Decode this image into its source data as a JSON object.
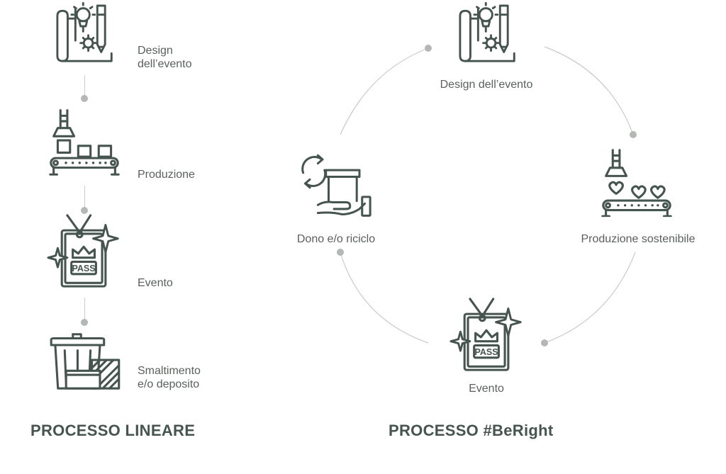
{
  "colors": {
    "icon": "#46544f",
    "text": "#5a5f5c",
    "connector": "#c9ccca",
    "dot": "#b4b8b5"
  },
  "linear": {
    "title": "PROCESSO LINEARE",
    "steps": [
      {
        "line1": "Design",
        "line2": "dell’evento",
        "icon": "blueprint-lightbulb-icon"
      },
      {
        "line1": "Produzione",
        "icon": "conveyor-boxes-icon"
      },
      {
        "line1": "Evento",
        "icon": "event-pass-icon"
      },
      {
        "line1": "Smaltimento",
        "line2": "e/o deposito",
        "icon": "trash-bin-icon"
      }
    ]
  },
  "circular": {
    "title": "PROCESSO #BeRight",
    "steps": [
      {
        "label": "Design dell’evento",
        "icon": "blueprint-lightbulb-icon"
      },
      {
        "label": "Produzione sostenibile",
        "icon": "conveyor-hearts-icon"
      },
      {
        "label": "Evento",
        "icon": "event-pass-icon"
      },
      {
        "label": "Dono e/o riciclo",
        "icon": "hand-box-recycle-icon"
      }
    ]
  }
}
